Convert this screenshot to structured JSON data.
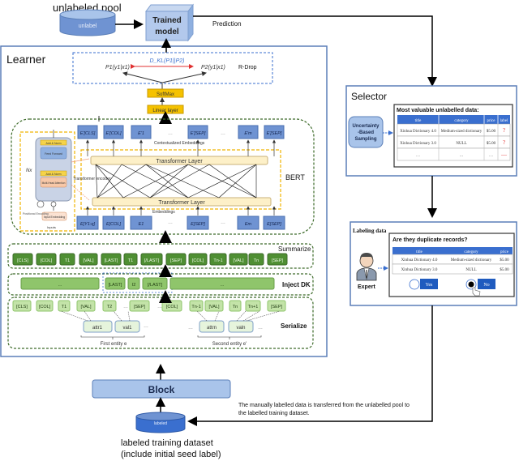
{
  "top": {
    "pool_label": "unlabeled pool",
    "pool_cylinder": "unlabel",
    "model_label_1": "Trained",
    "model_label_2": "model",
    "prediction": "Prediction"
  },
  "learner": {
    "title": "Learner",
    "rdrop": {
      "label": "R-Drop",
      "kl": "D_KL(P1||P2)",
      "p1": "P1(y1|x1)",
      "p2": "P2(y1|x1)"
    },
    "softmax": "SoftMax",
    "linear": "Linear layer",
    "bert": {
      "label": "BERT",
      "transformer_layer": "Transformer Layer",
      "contextualized": "Contextualized Embeddings",
      "embeddings": "Embeddings",
      "encoder_label": "Transformer encoder",
      "out_tokens": [
        "E'[CLS]",
        "E'[COL]",
        "E'1",
        "…",
        "E'[SEP]",
        "…",
        "E'm",
        "E'[SEP]"
      ],
      "in_tokens": [
        "E[Y1:q]",
        "E[COL]",
        "E1",
        "…",
        "E[SEP]",
        "…",
        "Em",
        "E[SEP]"
      ],
      "encoder": {
        "add_norm_top": "Add & Norm",
        "feed_forward": "Feed Forward",
        "add_norm_mid": "Add & Norm",
        "attention": "Multi-Head Attention",
        "nx": "Nx",
        "pos_enc": "Positional Encoding",
        "input_emb": "Input Embedding",
        "inputs": "Inputs"
      }
    },
    "summarize": {
      "label": "Summarize",
      "tokens": [
        "[CLS]",
        "[COL]",
        "T1",
        "[VAL]",
        "[LAST]",
        "T1",
        "[/LAST]",
        "[SEP]",
        "[COL]",
        "Tn-1",
        "[VAL]",
        "Tn",
        "[SEP]"
      ]
    },
    "inject": {
      "label": "Inject DK",
      "tokens": [
        "…",
        "[LAST]",
        "I2",
        "[/LAST]",
        "…"
      ]
    },
    "serialize": {
      "label": "Serialize",
      "tokens": [
        "[CLS]",
        "[COL]",
        "T1",
        "[VAL]",
        "T2",
        "…",
        "[SEP]",
        "…",
        "[COL]",
        "Tn-1",
        "[VAL]",
        "Tn",
        "Tn+1",
        "[SEP]"
      ],
      "attr1": "attr1",
      "val1": "val1",
      "attrn": "attrn",
      "valn": "valn",
      "dots": "…",
      "first_entity": "First entity e",
      "second_entity": "Second entity e'"
    }
  },
  "selector": {
    "title": "Selector",
    "sampling": [
      "Uncertainty",
      "-Based",
      "Sampling"
    ],
    "table_title": "Most valuable unlabelled data:",
    "headers": [
      "title",
      "category",
      "price",
      "label"
    ],
    "rows": [
      [
        "Xinhua Dictionary 4.0",
        "Medium-sized dictionary",
        "$5.00",
        "?"
      ],
      [
        "Xinhua Dictionary 3.0",
        "NULL",
        "$5.00",
        "?"
      ],
      [
        "…",
        "…",
        "…",
        "—"
      ]
    ]
  },
  "labeling": {
    "title": "Labeling data",
    "question": "Are they duplicate records?",
    "headers": [
      "title",
      "category",
      "price"
    ],
    "rows": [
      [
        "Xinhua Dictionary 4.0",
        "Medium-sized dictionary",
        "$5.00"
      ],
      [
        "Xinhua Dictionary 3.0",
        "NULL",
        "$5.00"
      ]
    ],
    "yes": "Yes",
    "no": "No",
    "expert": "Expert"
  },
  "bottom": {
    "block": "Block",
    "labeled_cylinder": "labeled",
    "dataset_1": "labeled training dataset",
    "dataset_2": "(include initial seed label)",
    "transfer_note_1": "The manually labelled data is transferred from the unlabelled pool to",
    "transfer_note_2": "the labelled training dataset."
  },
  "colors": {
    "frame_blue": "#5b7fb8",
    "token_blue": "#6f93d2",
    "light_blue": "#a9c4ea",
    "yellow": "#f5c200",
    "dashed_yellow": "#f0b400",
    "cream": "#fdf0c8",
    "green_dark": "#4f8f33",
    "green_mid": "#8fc56b",
    "green_light": "#c3e3a8",
    "dashed_green": "#3d6b2a",
    "red": "#e03030",
    "table_header": "#3a6fcf"
  }
}
